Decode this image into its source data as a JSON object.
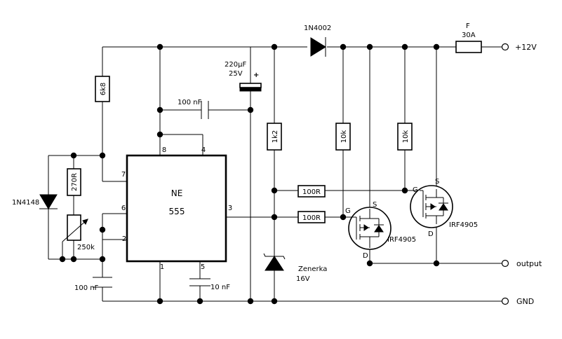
{
  "labels": {
    "diode_top": "1N4002",
    "fuse_f": "F",
    "fuse_rating": "30A",
    "plus12v": "+12V",
    "output": "output",
    "gnd": "GND",
    "cap_220": "220µF",
    "cap_220_v": "25V",
    "cap_plus": "+",
    "cap_100n_top": "100 nF",
    "cap_100n_left": "100 nF",
    "cap_10n": "10 nF",
    "r_6k8": "6k8",
    "r_1k2": "1k2",
    "r_10k_a": "10k",
    "r_10k_b": "10k",
    "r_270": "270R",
    "pot_250k": "250k",
    "r_100_top": "100R",
    "r_100_bottom": "100R",
    "diode_left": "1N4148",
    "zener": "Zenerka",
    "zener_v": "16V",
    "ic_name": "NE",
    "ic_num": "555",
    "pin8": "8",
    "pin4": "4",
    "pin7": "7",
    "pin6": "6",
    "pin2": "2",
    "pin3": "3",
    "pin1": "1",
    "pin5": "5",
    "q1_g": "G",
    "q1_s": "S",
    "q1_d": "D",
    "q1_name": "IRF4905",
    "q2_g": "G",
    "q2_s": "S",
    "q2_d": "D",
    "q2_name": "IRF4905"
  }
}
